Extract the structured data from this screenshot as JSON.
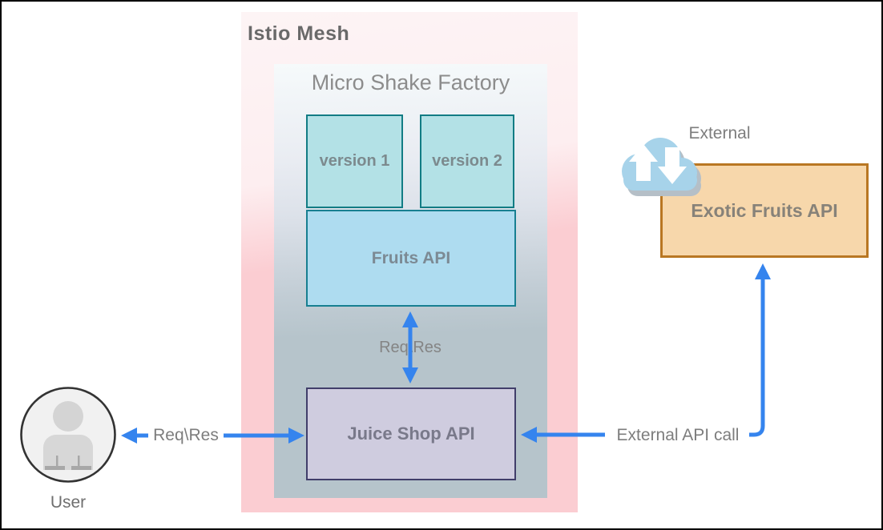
{
  "zones": {
    "istio_mesh": {
      "label": "Istio Mesh"
    },
    "micro_shake_factory": {
      "label": "Micro Shake Factory"
    }
  },
  "nodes": {
    "version_1": {
      "label": "version 1"
    },
    "version_2": {
      "label": "version 2"
    },
    "fruits_api": {
      "label": "Fruits API"
    },
    "juice_shop_api": {
      "label": "Juice Shop API"
    },
    "exotic_fruits_api": {
      "label": "Exotic Fruits API"
    },
    "user": {
      "label": "User",
      "icon": "user-icon"
    },
    "external_cloud": {
      "label": "External",
      "icon": "cloud-up-down-arrows-icon"
    }
  },
  "edges": {
    "fruits_to_juice": {
      "label": "Req\\Res",
      "direction": "bidirectional"
    },
    "user_to_juice": {
      "label": "Req\\Res",
      "direction": "bidirectional"
    },
    "juice_to_exotic": {
      "label": "External API call",
      "direction": "bidirectional"
    }
  },
  "colors": {
    "arrow_blue": "#3584ee",
    "mesh_pink": "#fbcdd2",
    "factory_gray": "#b6c4cb",
    "version_fill": "#b3e1e6",
    "version_border": "#127c84",
    "fruits_fill": "#aedcf0",
    "fruits_border": "#177f91",
    "juice_fill": "#cfccdf",
    "juice_border": "#413e6a",
    "exotic_fill": "#f7d7ab",
    "exotic_border": "#b97723",
    "cloud_blue": "#a7d3ea",
    "label_gray": "#7d7d7d"
  }
}
